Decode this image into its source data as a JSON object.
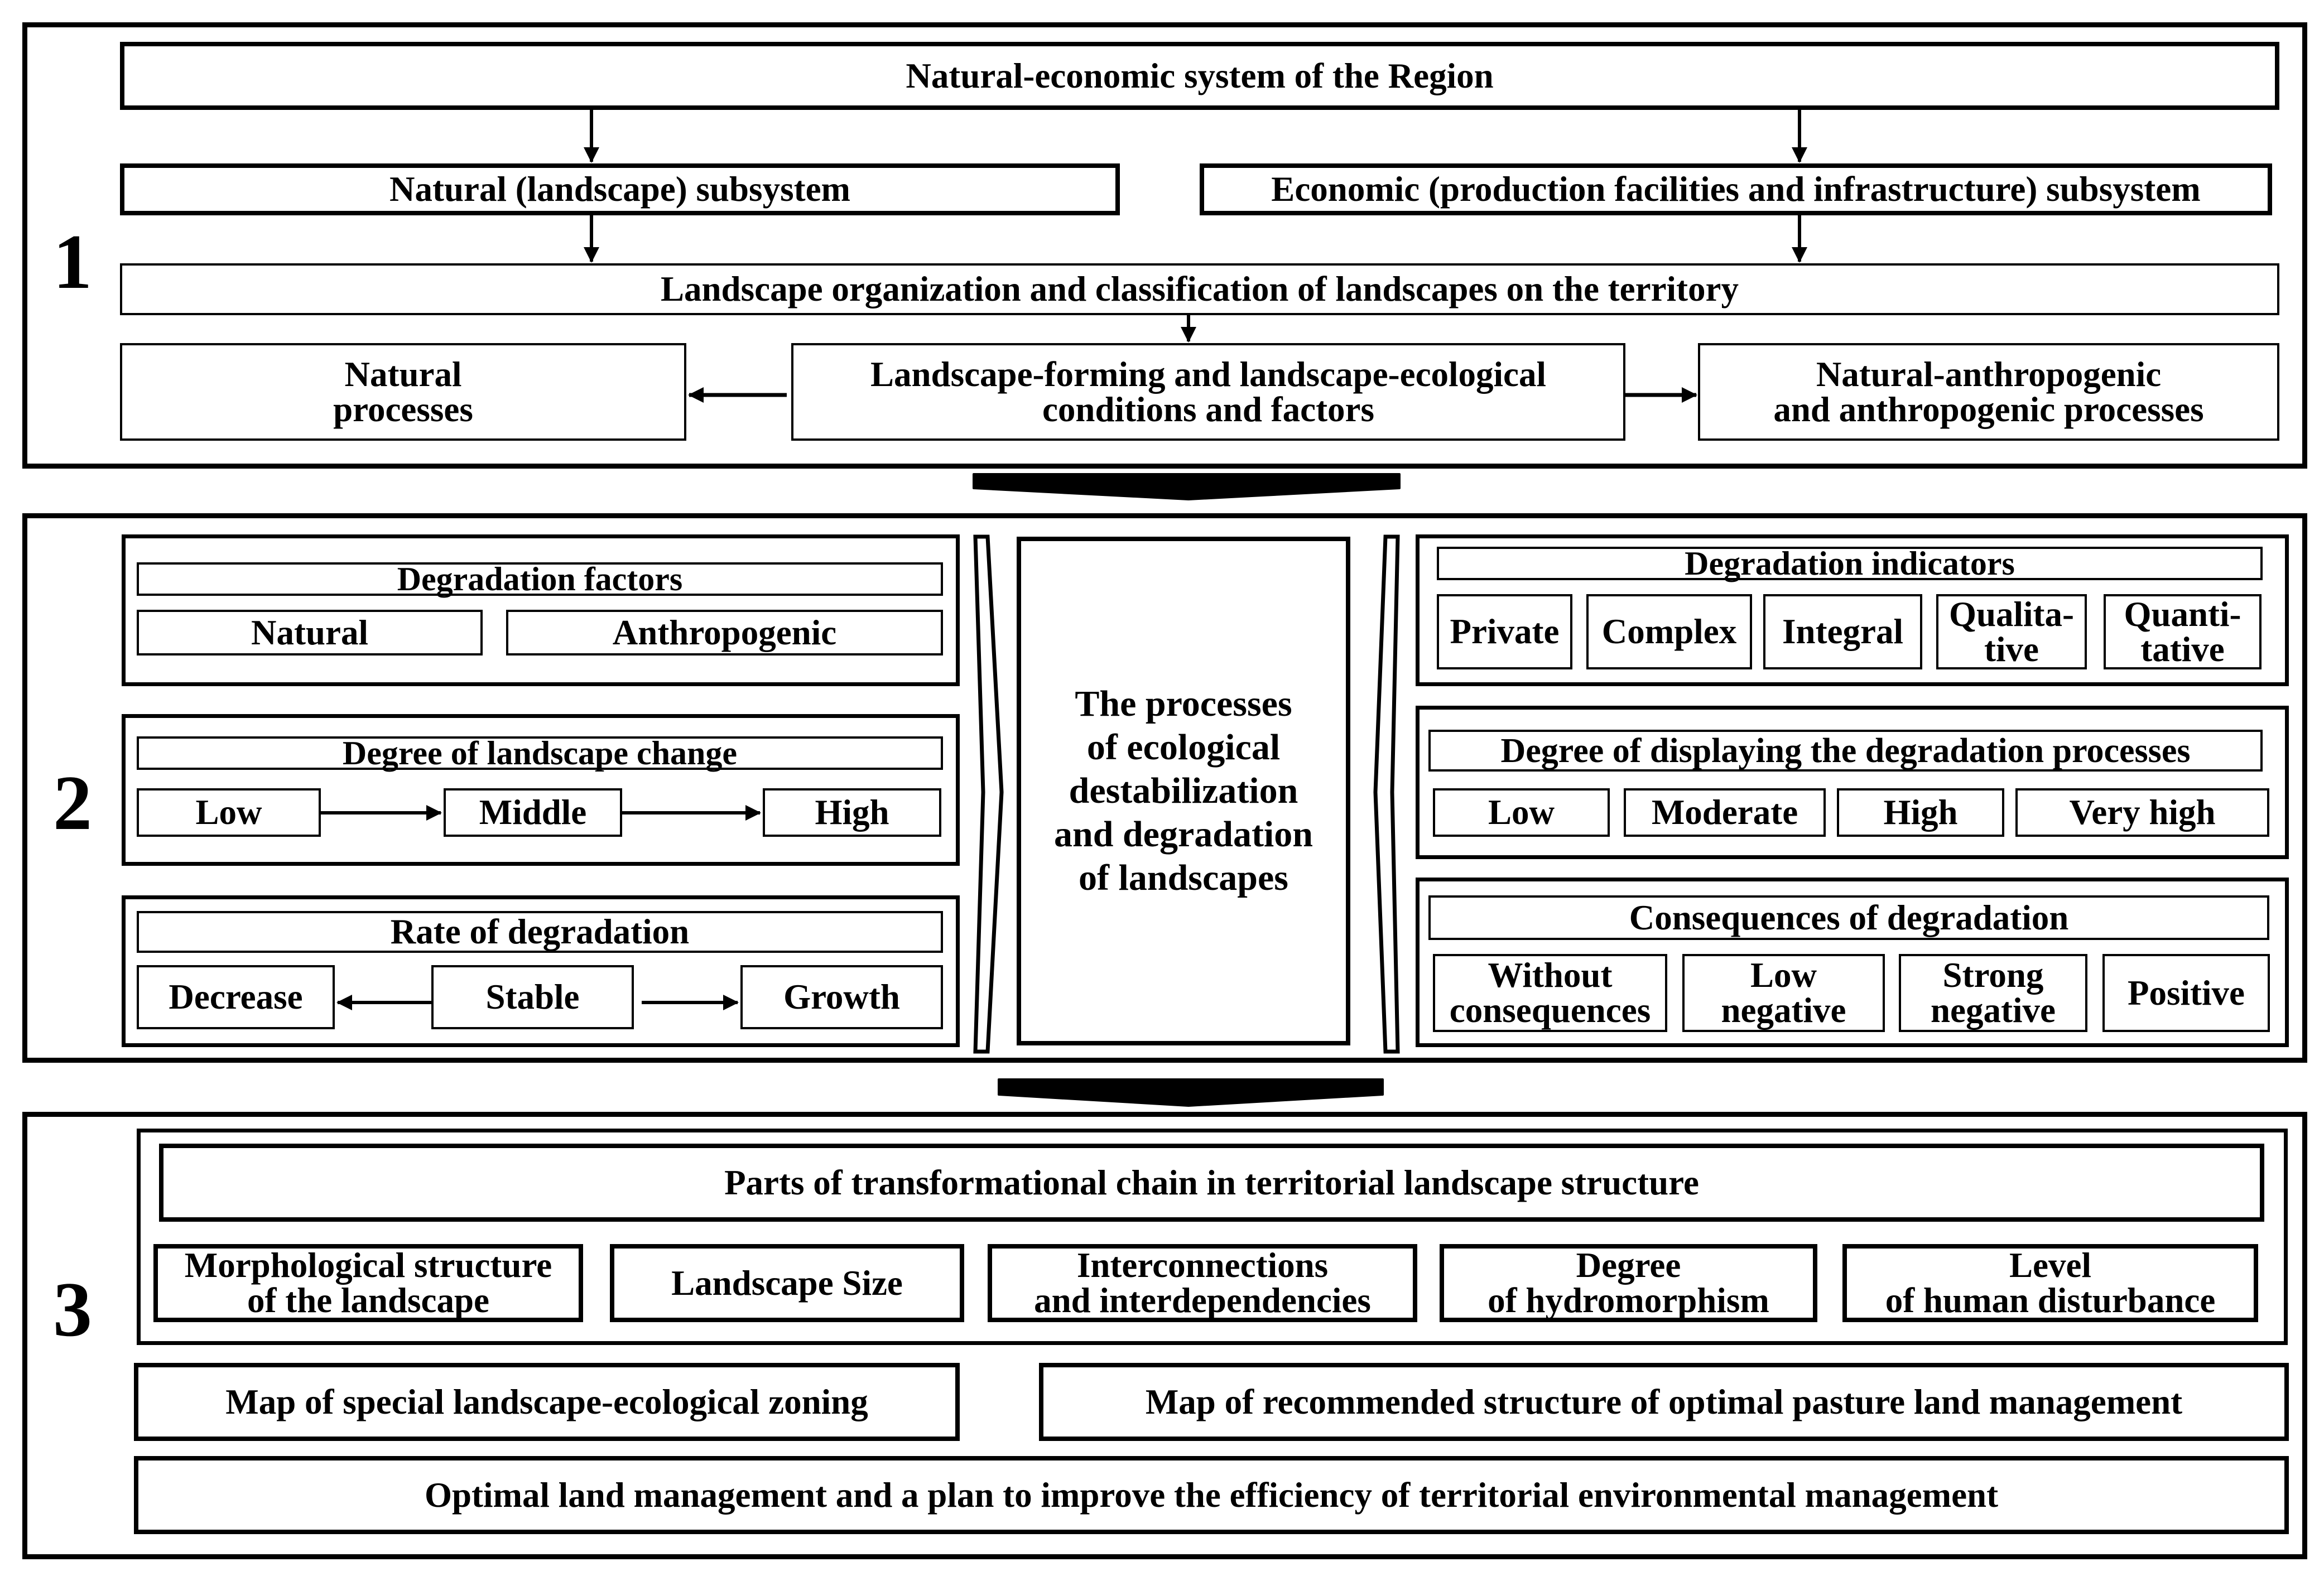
{
  "section1": {
    "number": "1",
    "top": "Natural-economic system of the Region",
    "natural_subsystem": "Natural (landscape) subsystem",
    "economic_subsystem": "Economic (production facilities and infrastructure) subsystem",
    "organization": "Landscape organization and classification of landscapes on the territory",
    "natural_processes": "Natural\nprocesses",
    "factors": "Landscape-forming and landscape-ecological\nconditions and factors",
    "anthropogenic_processes": "Natural-anthropogenic\nand anthropogenic processes"
  },
  "section2": {
    "number": "2",
    "degradation_factors": {
      "title": "Degradation factors",
      "items": [
        "Natural",
        "Anthropogenic"
      ]
    },
    "degree_change": {
      "title": "Degree of landscape change",
      "items": [
        "Low",
        "Middle",
        "High"
      ]
    },
    "rate": {
      "title": "Rate of degradation",
      "items": [
        "Decrease",
        "Stable",
        "Growth"
      ]
    },
    "center": "The processes\nof ecological\ndestabilization\nand degradation\nof landscapes",
    "indicators": {
      "title": "Degradation indicators",
      "items": [
        "Private",
        "Complex",
        "Integral",
        "Qualita-\ntive",
        "Quanti-\ntative"
      ]
    },
    "displaying": {
      "title": "Degree of displaying the degradation processes",
      "items": [
        "Low",
        "Moderate",
        "High",
        "Very high"
      ]
    },
    "consequences": {
      "title": "Consequences of degradation",
      "items": [
        "Without\nconsequences",
        "Low\nnegative",
        "Strong\nnegative",
        "Positive"
      ]
    }
  },
  "section3": {
    "number": "3",
    "chain_title": "Parts of transformational chain in territorial landscape structure",
    "chain_items": [
      "Morphological structure\nof the landscape",
      "Landscape Size",
      "Interconnections\nand interdependencies",
      "Degree\nof hydromorphism",
      "Level\nof human disturbance"
    ],
    "map_zoning": "Map of special landscape-ecological zoning",
    "map_pasture": "Map of recommended structure of optimal pasture land management",
    "final": "Optimal land management and a plan to improve the efficiency of territorial environmental management"
  }
}
